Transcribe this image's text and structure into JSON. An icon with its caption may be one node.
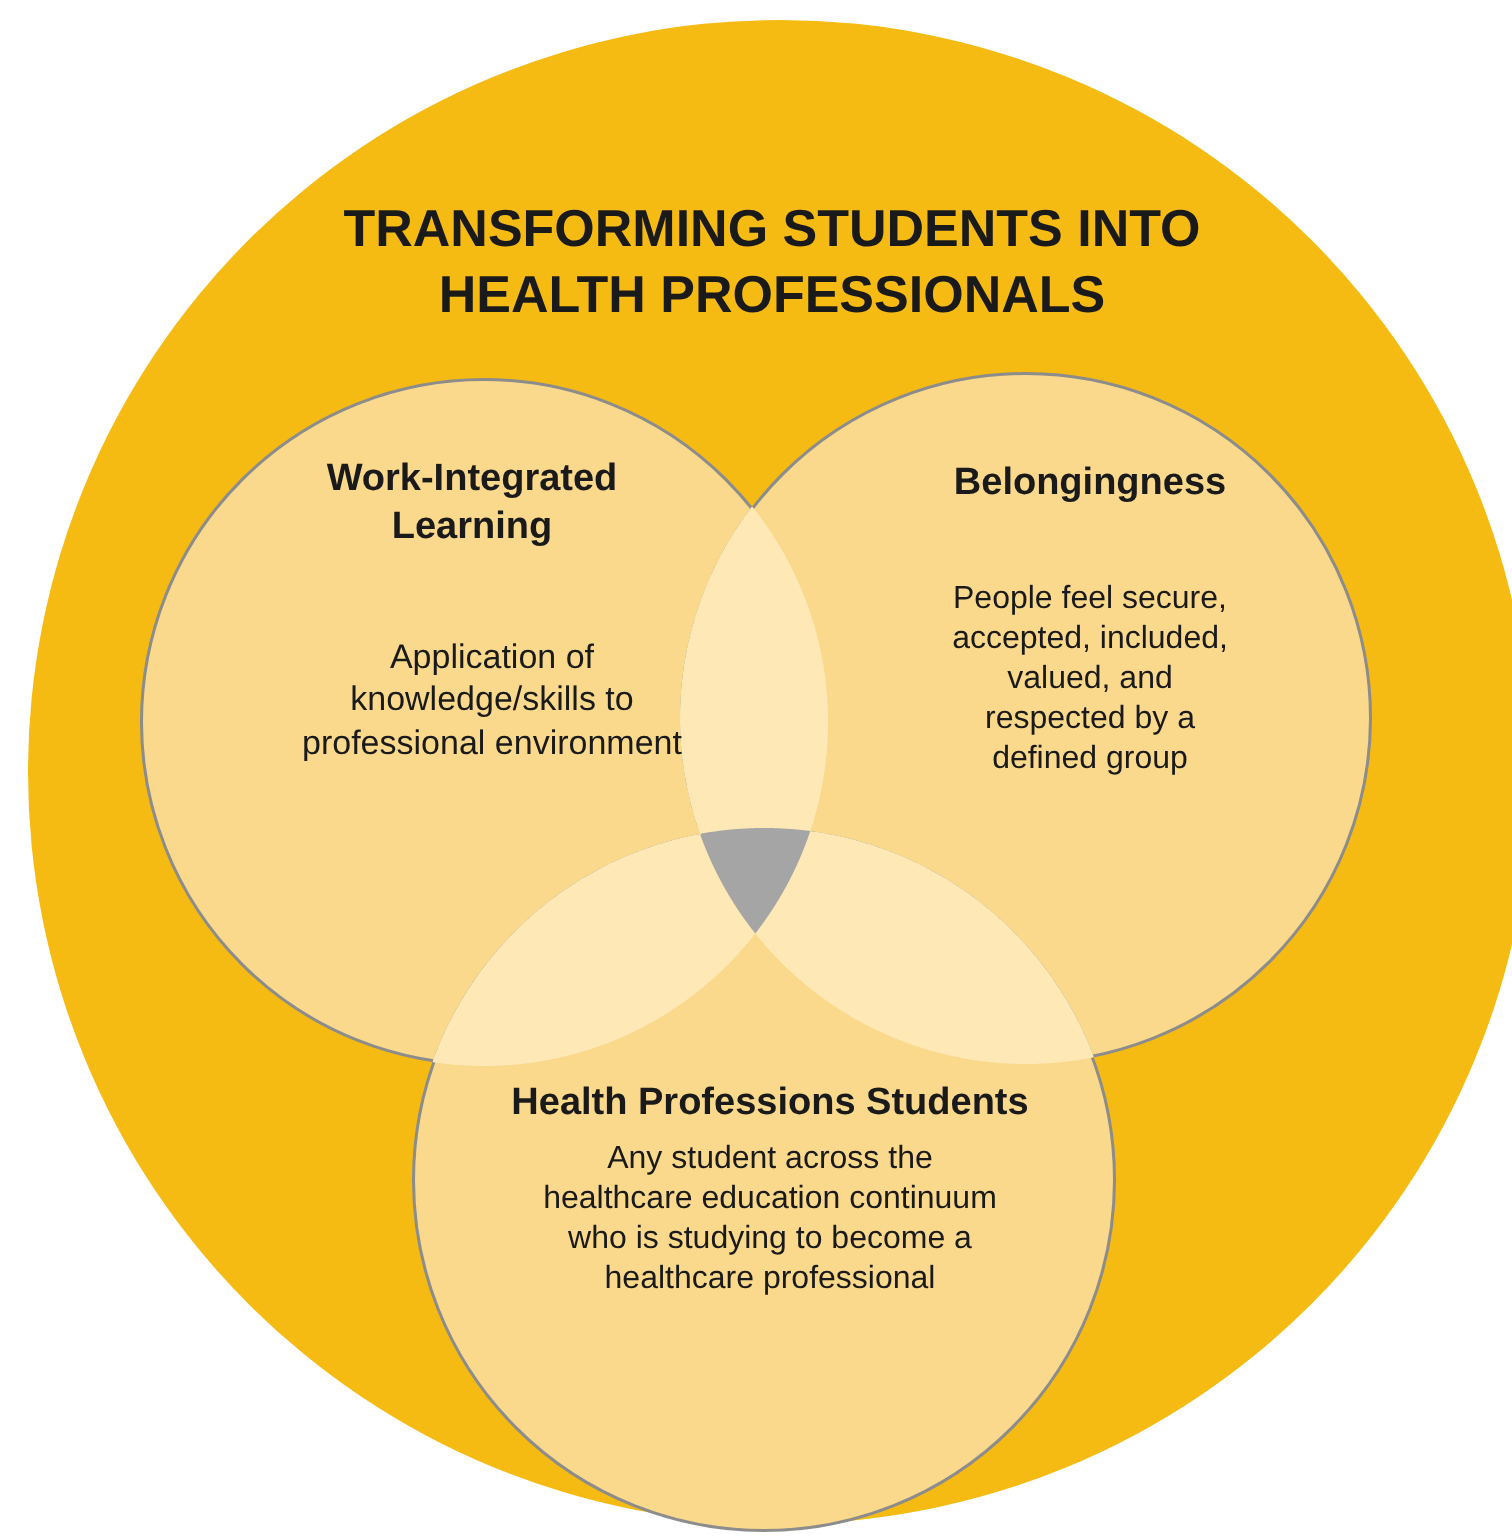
{
  "diagram": {
    "nodes": [
      {
        "text": [
          "TRANSFORMING STUDENTS INTO HEALTH PROFESSIONALS"
        ]
      },
      {
        "text": [
          "Work-Integrated Learning",
          "Application of knowledge/skills to professional environment"
        ],
        "in": 0
      },
      {
        "text": [
          "Belongingness",
          "People feel secure, accepted, included, valued, and respected by a defined group"
        ],
        "in": 0
      },
      {
        "text": [
          "Health Professions Students",
          "Any student across the healthcare education continuum who is studying to become a healthcare professional"
        ],
        "in": 0
      }
    ],
    "edges": []
  }
}
